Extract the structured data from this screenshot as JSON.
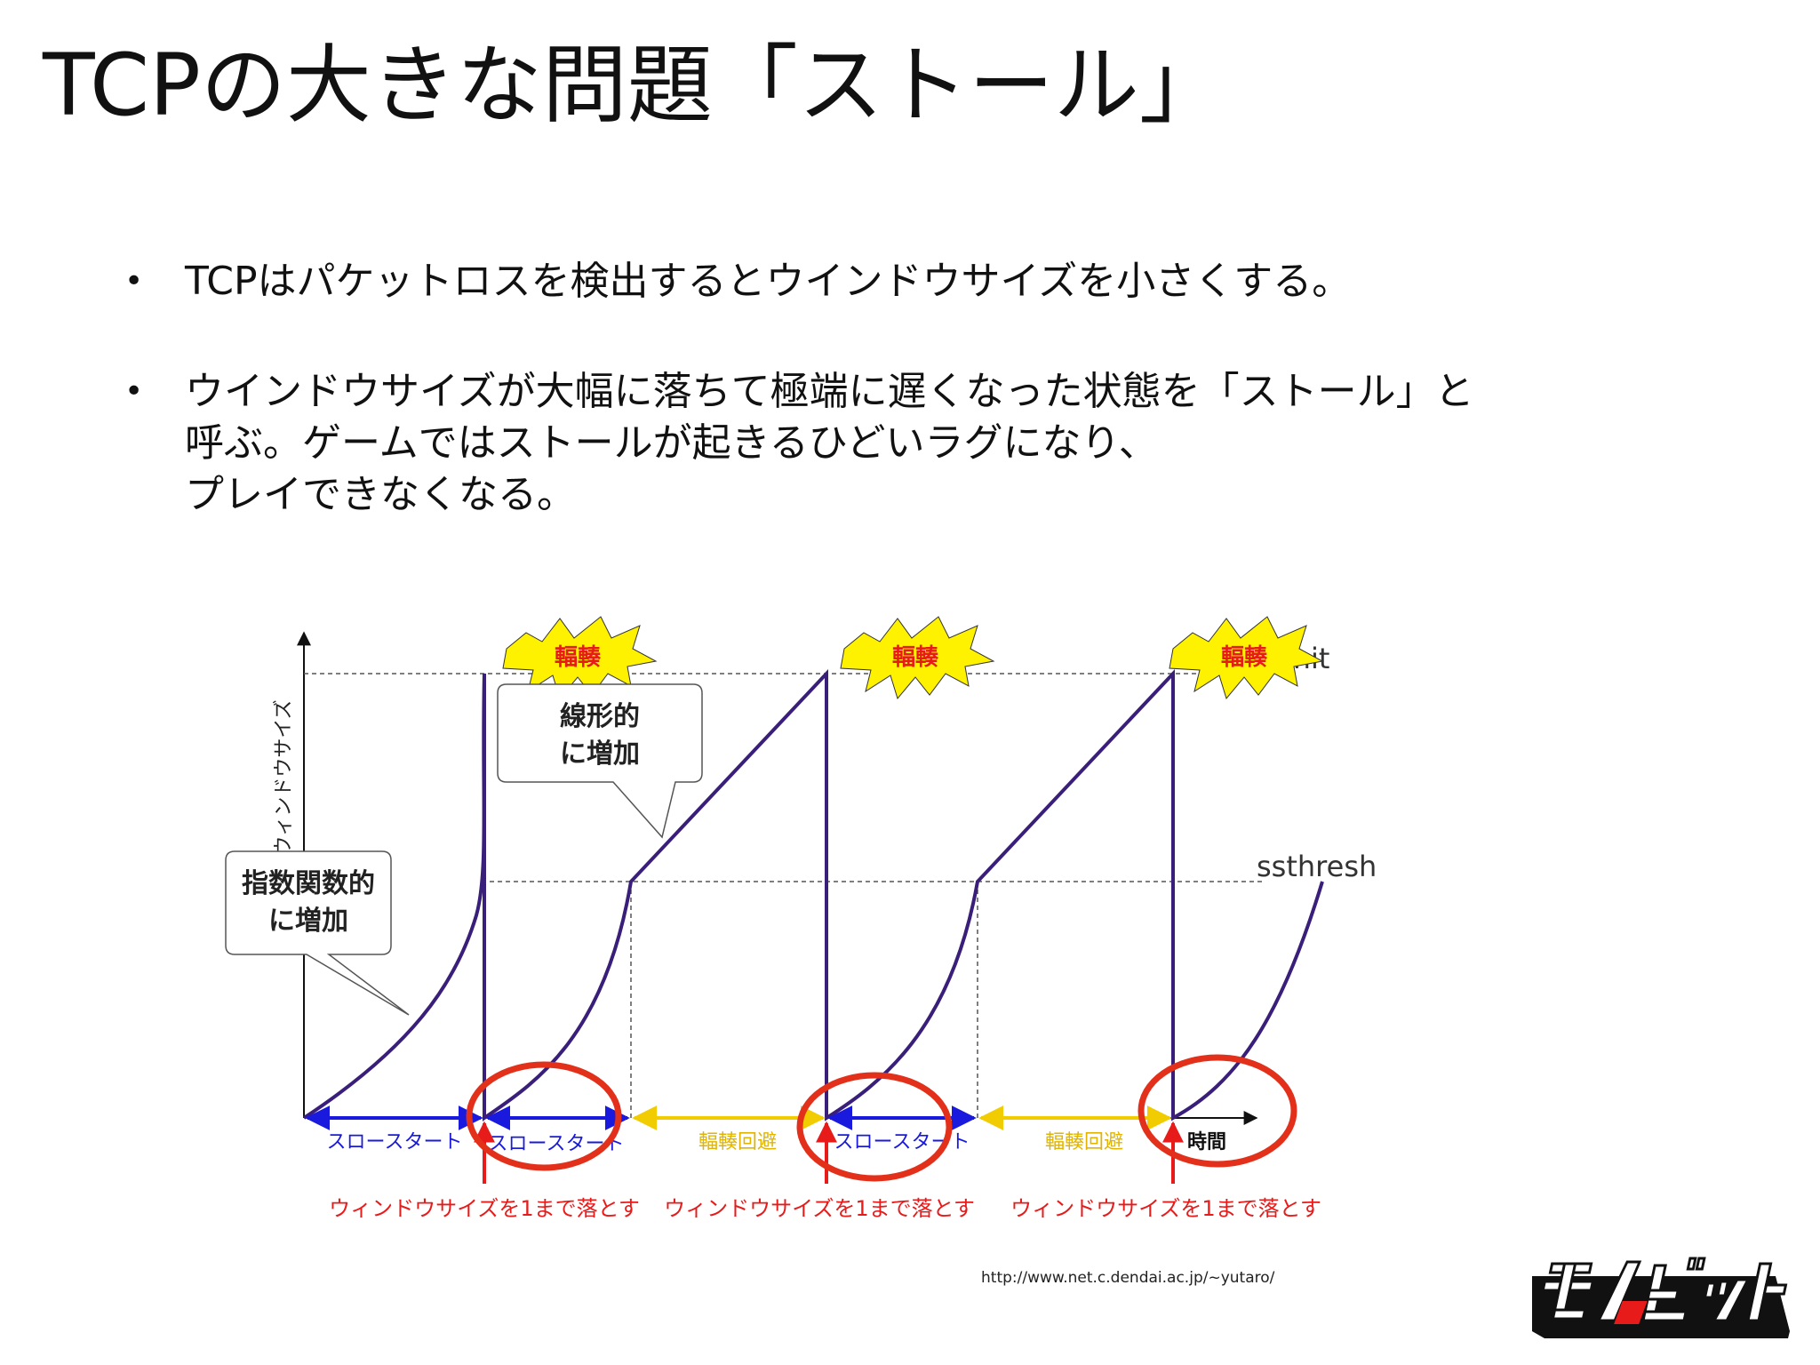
{
  "title": "TCPの大きな問題「ストール」",
  "bullets": [
    {
      "lines": [
        "TCPはパケットロスを検出するとウインドウサイズを小さくする。"
      ]
    },
    {
      "lines": [
        "ウインドウサイズが大幅に落ちて極端に遅くなった状態を「ストール」と",
        "呼ぶ。ゲームではストールが起きるひどいラグになり、",
        "プレイできなくなる。"
      ]
    }
  ],
  "diagram": {
    "y_axis_label": "ウィンドウサイズ",
    "x_axis_label": "時間",
    "limit_label": "limit",
    "ssthresh_label": "ssthresh",
    "congestion_label": "輻輳",
    "callouts": {
      "exponential": [
        "指数関数的",
        "に増加"
      ],
      "linear": [
        "線形的",
        "に増加"
      ]
    },
    "phases": [
      "スロースタート",
      "スロースタート",
      "輻輳回避",
      "スロースタート",
      "輻輳回避"
    ],
    "drop_label": "ウィンドウサイズを1まで落とす",
    "colors": {
      "curve": "#3a1f7a",
      "slow_start": "#1a1adf",
      "avoidance": "#f0cc00",
      "drop": "#e81b1b",
      "circle": "#e3301b",
      "burst": "#fff200"
    }
  },
  "credit": "http://www.net.c.dendai.ac.jp/~yutaro/",
  "logo_text": "モノビット"
}
